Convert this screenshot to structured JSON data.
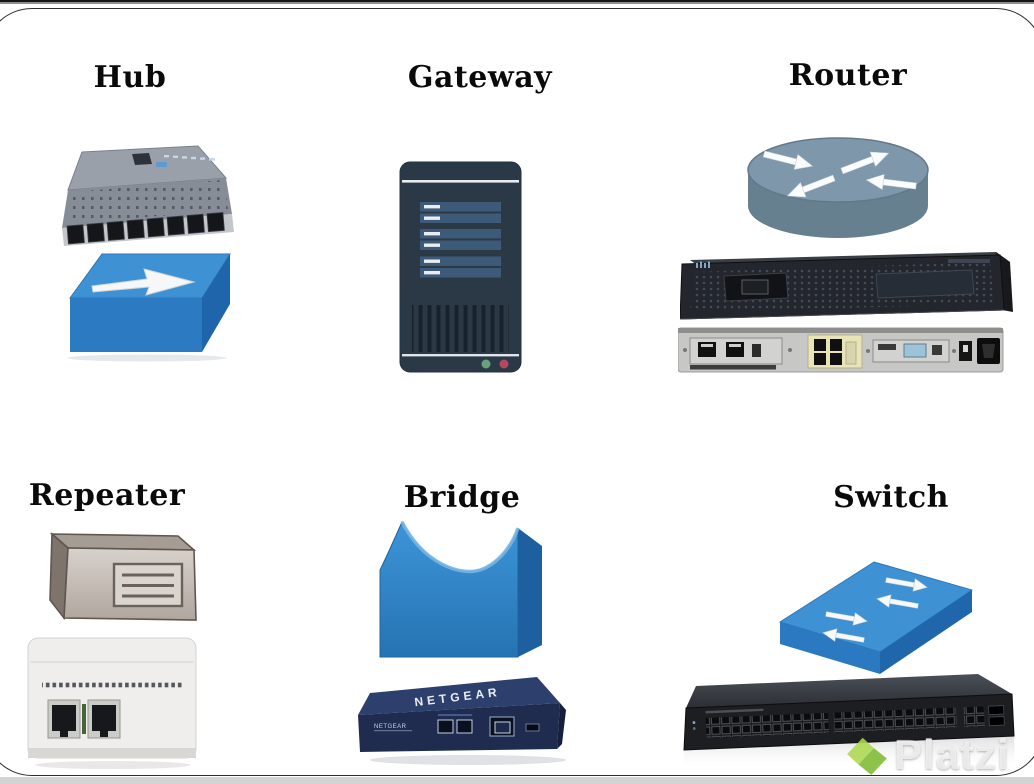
{
  "slide": {
    "items": [
      {
        "label": "Hub"
      },
      {
        "label": "Gateway"
      },
      {
        "label": "Router"
      },
      {
        "label": "Repeater"
      },
      {
        "label": "Bridge"
      },
      {
        "label": "Switch"
      }
    ],
    "bridge_photo": {
      "brand": "NETGEAR"
    },
    "watermark": {
      "brand": "Platzi"
    },
    "colors": {
      "symbol_blue": "#2e86c9",
      "symbol_blue_dark": "#1f65ab",
      "router_gray_blue": "#7e97ab",
      "gateway_navy": "#2b3947",
      "repeater_tan": "#c4bbb3",
      "watermark_green": "#8fc641"
    }
  }
}
